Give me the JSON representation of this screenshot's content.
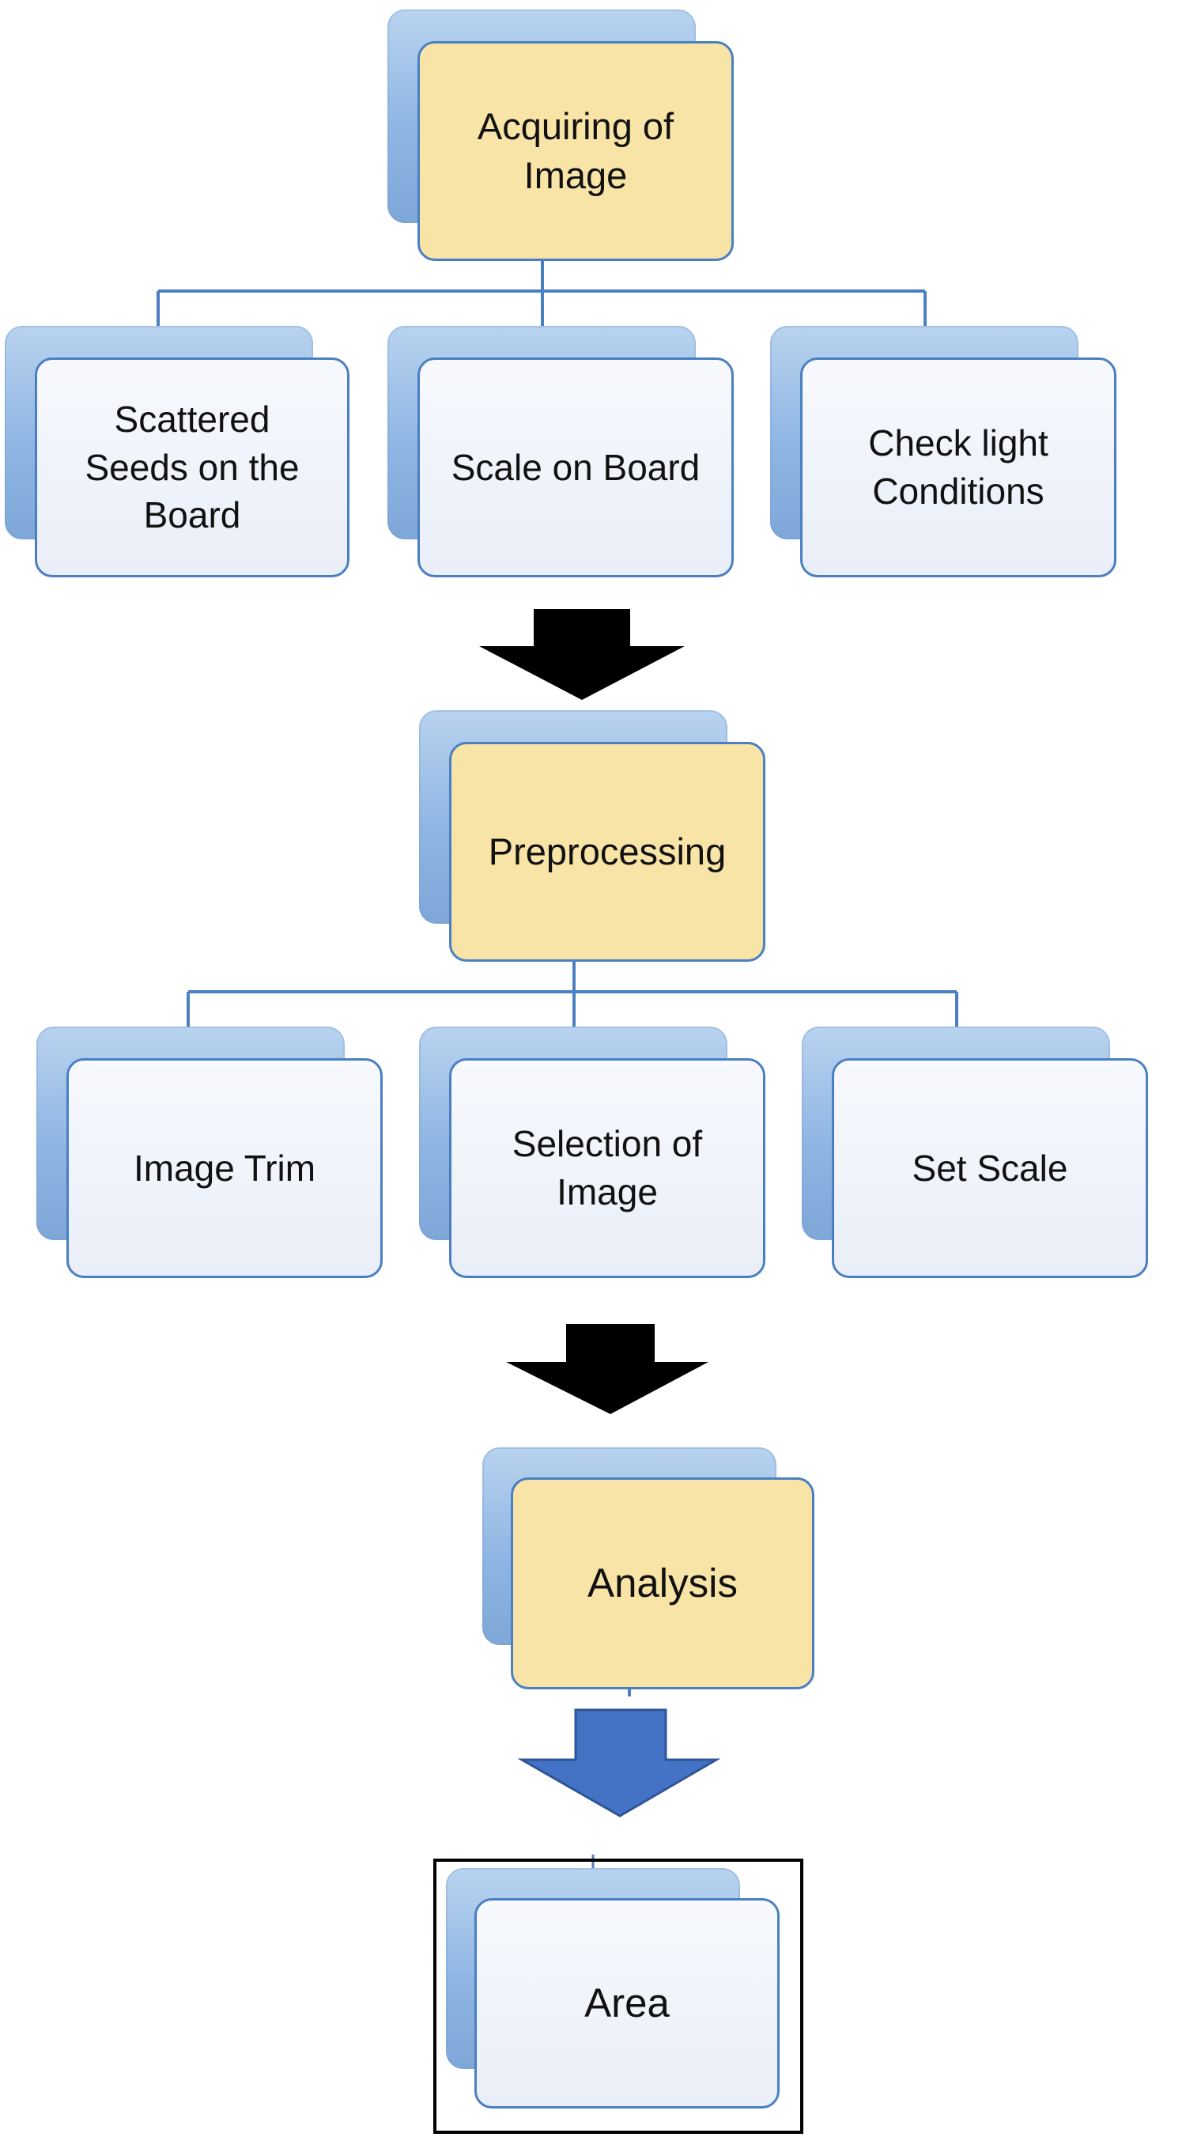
{
  "stages": [
    {
      "main": "Acquiring of\nImage",
      "children": [
        "Scattered\nSeeds on the\nBoard",
        "Scale on Board",
        "Check light\nConditions"
      ]
    },
    {
      "main": "Preprocessing",
      "children": [
        "Image Trim",
        "Selection of\nImage",
        "Set Scale"
      ]
    },
    {
      "main": "Analysis",
      "children": []
    }
  ],
  "result": "Area",
  "colors": {
    "main_fill": "#f8e4a6",
    "child_fill": "#eef2f9",
    "border": "#4a7fc1",
    "shadow": "#8fb6e3",
    "connector": "#4a7fc1",
    "arrow_dark": "#000000",
    "arrow_blue": "#4472c4"
  }
}
